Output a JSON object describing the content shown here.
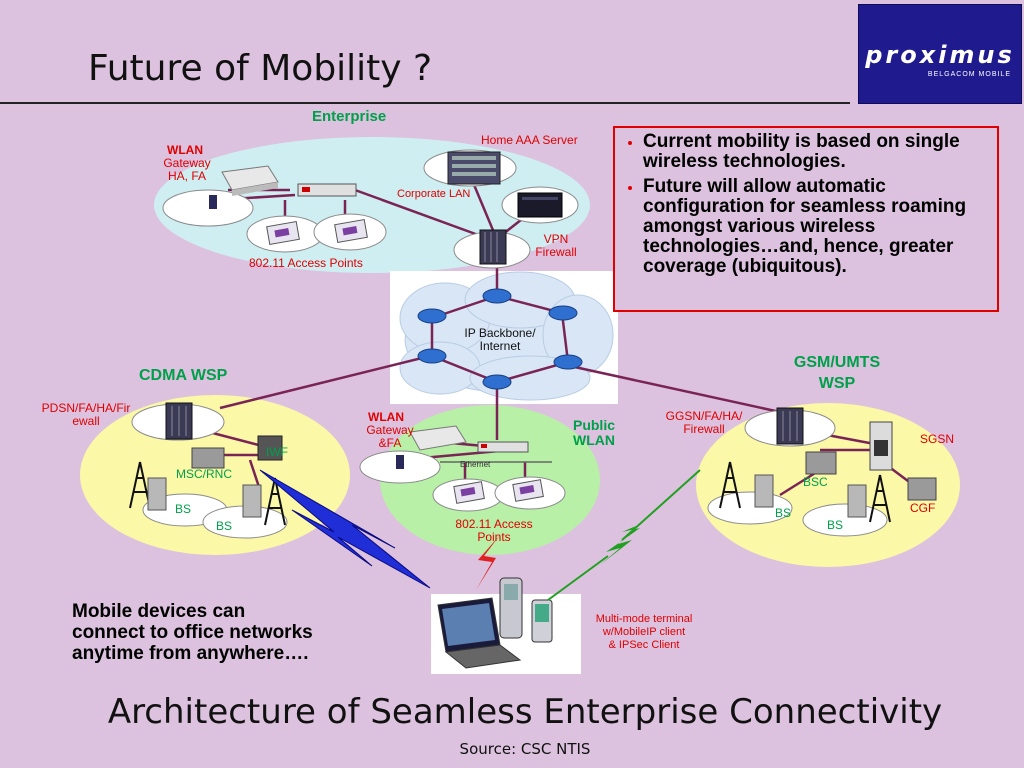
{
  "title": "Future of Mobility ?",
  "logo": {
    "brand": "proximus",
    "sub": "BELGACOM MOBILE"
  },
  "enterprise": {
    "title": "Enterprise",
    "wlan": "WLAN",
    "gateway_lines": [
      "Gateway",
      "HA, FA"
    ],
    "home_aaa": "Home AAA Server",
    "corporate_lan": "Corporate LAN",
    "vpn_lines": [
      "VPN",
      "Firewall"
    ],
    "access_points": "802.11 Access Points"
  },
  "backbone_lines": [
    "IP Backbone/",
    "Internet"
  ],
  "cdma": {
    "title": "CDMA WSP",
    "pdsn_lines": [
      "PDSN/FA/HA/Fir",
      "ewall"
    ],
    "msc": "MSC/RNC",
    "iwf": "IWF",
    "bs1": "BS",
    "bs2": "BS"
  },
  "public_wlan": {
    "title_lines": [
      "Public",
      "WLAN"
    ],
    "wlan": "WLAN",
    "gateway_lines": [
      "Gateway",
      "&FA"
    ],
    "ethernet": "Ethernet",
    "access_points_lines": [
      "802.11 Access",
      "Points"
    ]
  },
  "gsm": {
    "title_lines": [
      "GSM/UMTS",
      "WSP"
    ],
    "ggsn_lines": [
      "GGSN/FA/HA/",
      "Firewall"
    ],
    "sgsn": "SGSN",
    "bsc": "BSC",
    "cgf": "CGF",
    "bs1": "BS",
    "bs2": "BS"
  },
  "terminal_lines": [
    "Multi-mode terminal",
    "w/MobileIP client",
    "& IPSec Client"
  ],
  "bullets": [
    "Current mobility is based on single wireless technologies.",
    "Future will allow automatic configuration for seamless roaming amongst various wireless technologies…and, hence, greater coverage (ubiquitous)."
  ],
  "mobile_note_lines": [
    "Mobile devices can",
    "connect to office networks",
    "anytime from anywhere…."
  ],
  "footer_title": "Architecture of Seamless Enterprise Connectivity",
  "footer_source": "Source: CSC NTIS"
}
